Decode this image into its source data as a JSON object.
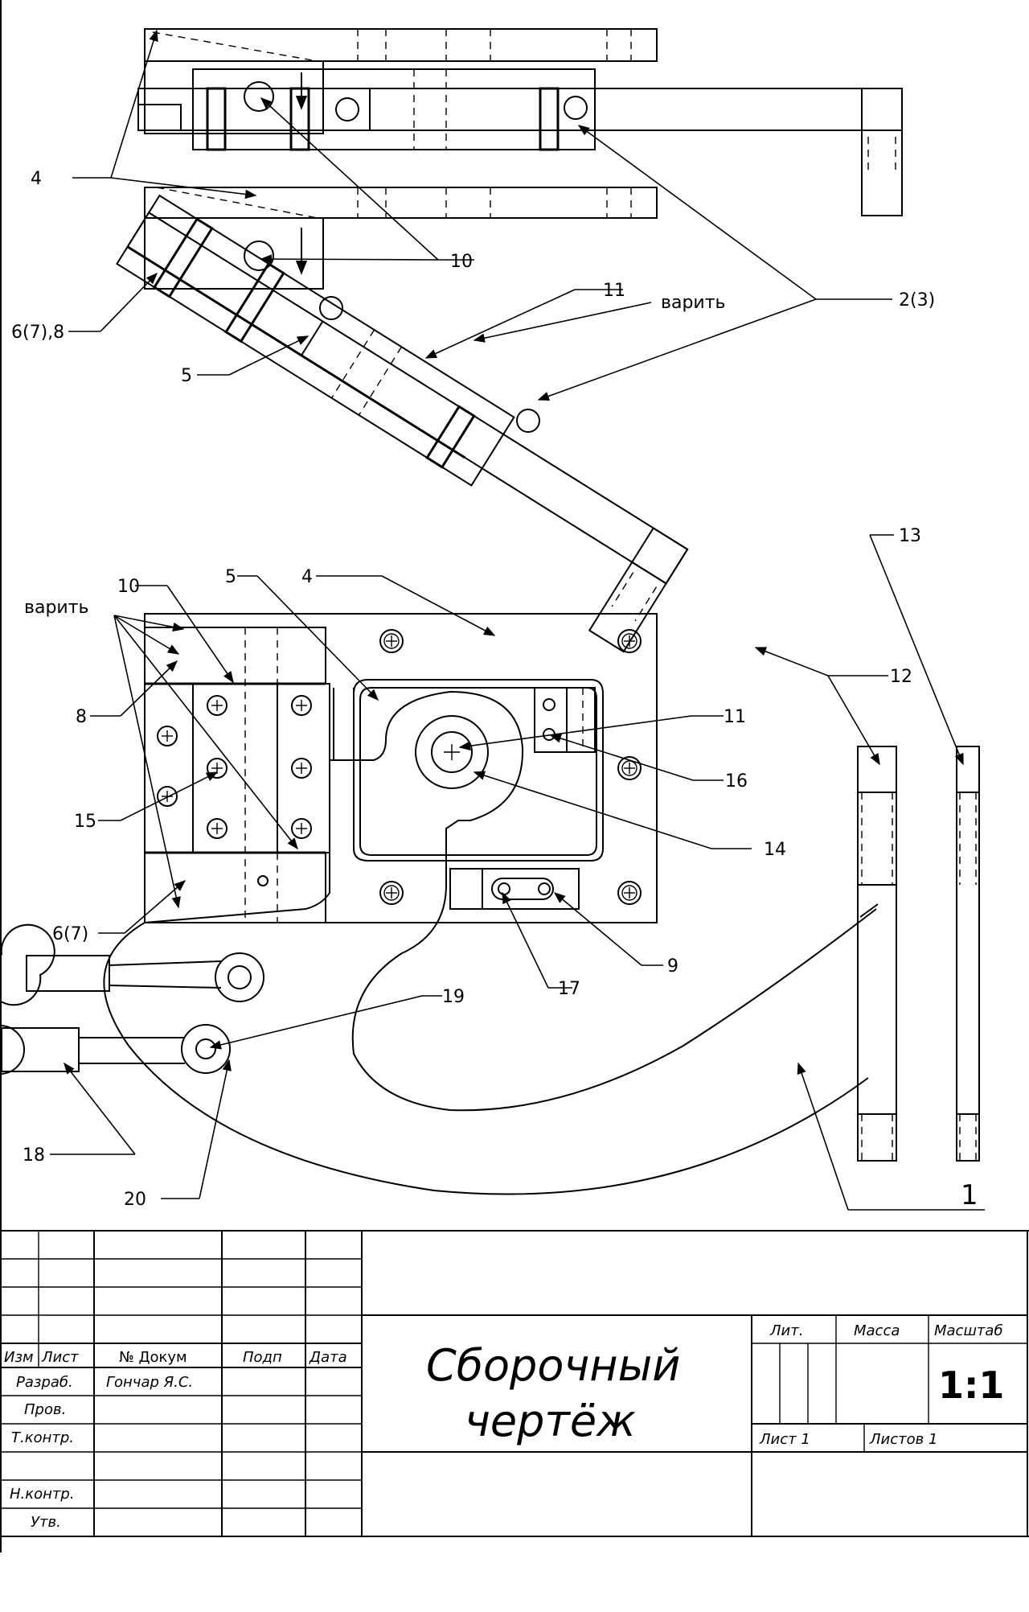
{
  "drawing": {
    "callouts": {
      "c4_top": "4",
      "c10_top": "10",
      "c11_top": "11",
      "weld_top": "варить",
      "c2_3": "2(3)",
      "c6_7_8": "6(7),8",
      "c5_top": "5",
      "c13": "13",
      "c12": "12",
      "weld_plan": "варить",
      "c10_plan": "10",
      "c5_plan": "5",
      "c4_plan": "4",
      "c8": "8",
      "c11_plan": "11",
      "c16": "16",
      "c15": "15",
      "c14": "14",
      "c6_7": "6(7)",
      "c9": "9",
      "c17": "17",
      "c19": "19",
      "c18": "18",
      "c20": "20",
      "c1": "1"
    }
  },
  "title_block": {
    "col_headers": {
      "izm": "Изм",
      "list": "Лист",
      "ndoc": "№ Докум",
      "podp": "Подп",
      "data": "Дата"
    },
    "roles": {
      "razrab": "Разраб.",
      "prov": "Пров.",
      "tkontr": "Т.контр.",
      "nkontr": "Н.контр.",
      "utv": "Утв."
    },
    "author": "Гончар Я.С.",
    "title_line1": "Сборочный",
    "title_line2": "чертёж",
    "lit_label": "Лит.",
    "mass_label": "Масса",
    "scale_label": "Масштаб",
    "scale_value": "1:1",
    "sheet_label": "Лист  1",
    "sheets_label": "Листов  1"
  }
}
